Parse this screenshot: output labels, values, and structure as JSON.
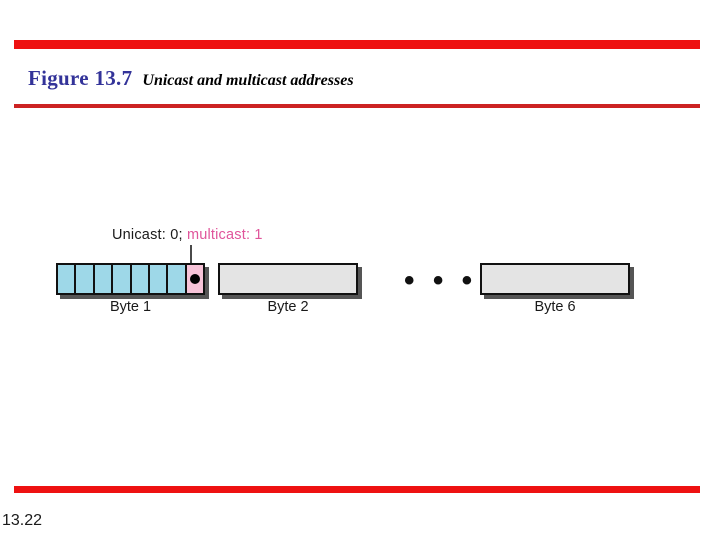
{
  "slide": {
    "page_number": "13.22",
    "accent_color": "#ee1111",
    "rule_secondary_color": "#cc2222"
  },
  "header": {
    "figure_label": "Figure 13.7",
    "figure_label_color": "#333399",
    "caption": "Unicast and multicast addresses",
    "caption_color": "#000000"
  },
  "figure": {
    "callout": {
      "unicast_text": "Unicast: 0;",
      "unicast_color": "#1a1a1a",
      "multicast_text": "multicast: 1",
      "multicast_color": "#e0559b"
    },
    "ellipsis": "• • •",
    "bytes": [
      {
        "caption": "Byte 1",
        "kind": "bit-cells",
        "cell_count": 8,
        "normal_cell_color": "#9ed8e8",
        "flag_cell_color": "#f7c3d8",
        "flag_cell_index": 7,
        "flag_marker": "dot"
      },
      {
        "caption": "Byte 2",
        "kind": "plain",
        "fill_color": "#e4e4e4"
      },
      {
        "caption": "Byte 6",
        "kind": "plain",
        "fill_color": "#e4e4e4"
      }
    ]
  }
}
